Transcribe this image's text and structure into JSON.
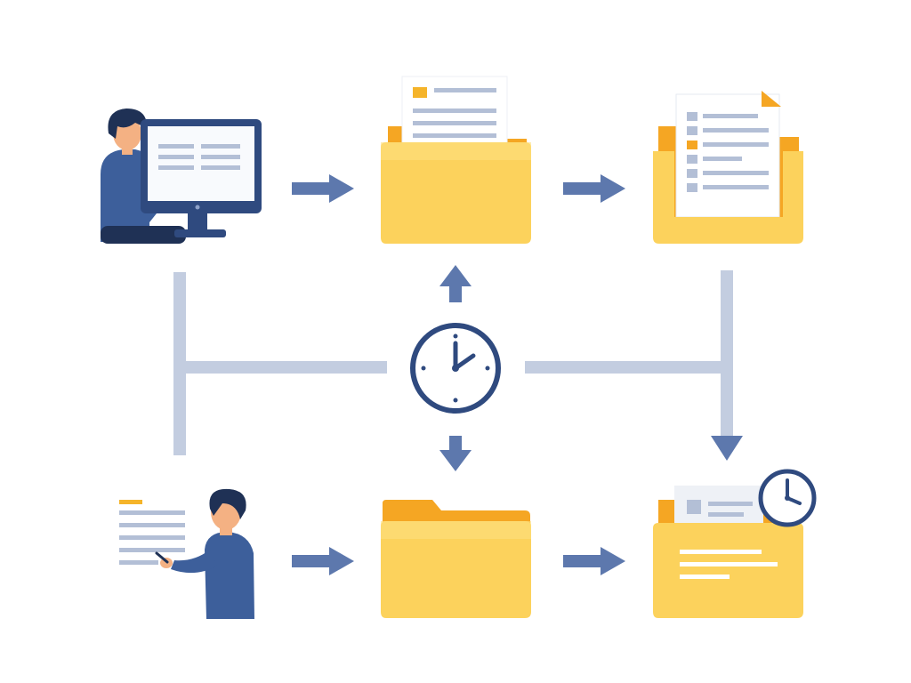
{
  "colors": {
    "background": "#ffffff",
    "navy": "#2f4a7f",
    "shirt": "#3d5f9b",
    "arrow": "#5d78ad",
    "connector": "#c3cde0",
    "folder_back": "#f5a623",
    "folder_front": "#fcd25c",
    "folder_front_light": "#fde07e",
    "paper": "#ffffff",
    "paper_line": "#b3bfd6",
    "skin": "#f4b183",
    "hair": "#1f3155",
    "screen": "#f8fafd"
  },
  "icons": {
    "user_computer": "user-at-computer-icon",
    "folder_documents": "folder-with-documents-icon",
    "folder_sorted": "folder-with-sorted-document-icon",
    "clock": "clock-icon",
    "user_checklist": "user-with-checklist-icon",
    "folder_empty": "empty-folder-icon",
    "folder_scheduled": "folder-with-clock-icon",
    "arrow": "arrow-icon",
    "connector": "connector-line"
  },
  "diagram": {
    "nodes": [
      {
        "id": "user-computer",
        "icon": "user-at-computer-icon",
        "row": 1,
        "col": 1
      },
      {
        "id": "folder-documents",
        "icon": "folder-with-documents-icon",
        "row": 1,
        "col": 2
      },
      {
        "id": "folder-sorted",
        "icon": "folder-with-sorted-document-icon",
        "row": 1,
        "col": 3
      },
      {
        "id": "clock",
        "icon": "clock-icon",
        "row": 2,
        "col": 2
      },
      {
        "id": "user-checklist",
        "icon": "user-with-checklist-icon",
        "row": 3,
        "col": 1
      },
      {
        "id": "folder-empty",
        "icon": "empty-folder-icon",
        "row": 3,
        "col": 2
      },
      {
        "id": "folder-scheduled",
        "icon": "folder-with-clock-icon",
        "row": 3,
        "col": 3
      }
    ],
    "edges": [
      {
        "from": "user-computer",
        "to": "folder-documents",
        "style": "arrow"
      },
      {
        "from": "folder-documents",
        "to": "folder-sorted",
        "style": "arrow"
      },
      {
        "from": "clock",
        "to": "folder-documents",
        "style": "arrow"
      },
      {
        "from": "clock",
        "to": "folder-empty",
        "style": "arrow"
      },
      {
        "from": "user-checklist",
        "to": "folder-empty",
        "style": "arrow"
      },
      {
        "from": "folder-empty",
        "to": "folder-scheduled",
        "style": "arrow"
      },
      {
        "from": "folder-sorted",
        "to": "folder-scheduled",
        "style": "line-arrow"
      },
      {
        "from": "clock",
        "to": "user-computer",
        "style": "line"
      },
      {
        "from": "clock",
        "to": "user-checklist",
        "style": "line"
      }
    ]
  }
}
